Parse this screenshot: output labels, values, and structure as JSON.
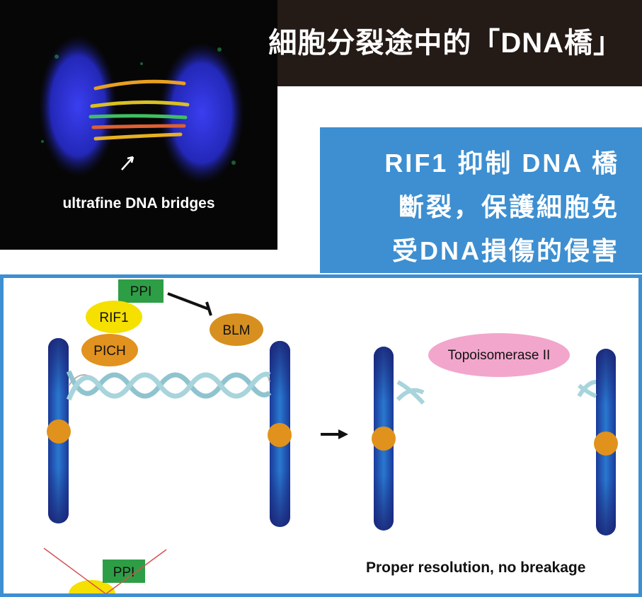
{
  "micrograph": {
    "label": "ultrafine DNA bridges"
  },
  "title": "細胞分裂途中的「DNA橋」",
  "subtitle": {
    "lines": [
      "RIF1 抑制 DNA 橋",
      "斷裂，保護細胞免",
      "受DNA損傷的侵害"
    ]
  },
  "diagram": {
    "ppi": "PPI",
    "rif1": "RIF1",
    "pich": "PICH",
    "blm": "BLM",
    "topo": "Topoisomerase II",
    "caption": "Proper resolution, no breakage",
    "crossed_ppi": "PPI"
  },
  "colors": {
    "accent_blue": "#3d8fd1",
    "title_bg": "#241a16",
    "ppi": "#2e9e46",
    "rif1": "#f5e000",
    "pich": "#e1921f",
    "topo": "#f2a6cc",
    "chromosome": "#1b3f9c"
  }
}
